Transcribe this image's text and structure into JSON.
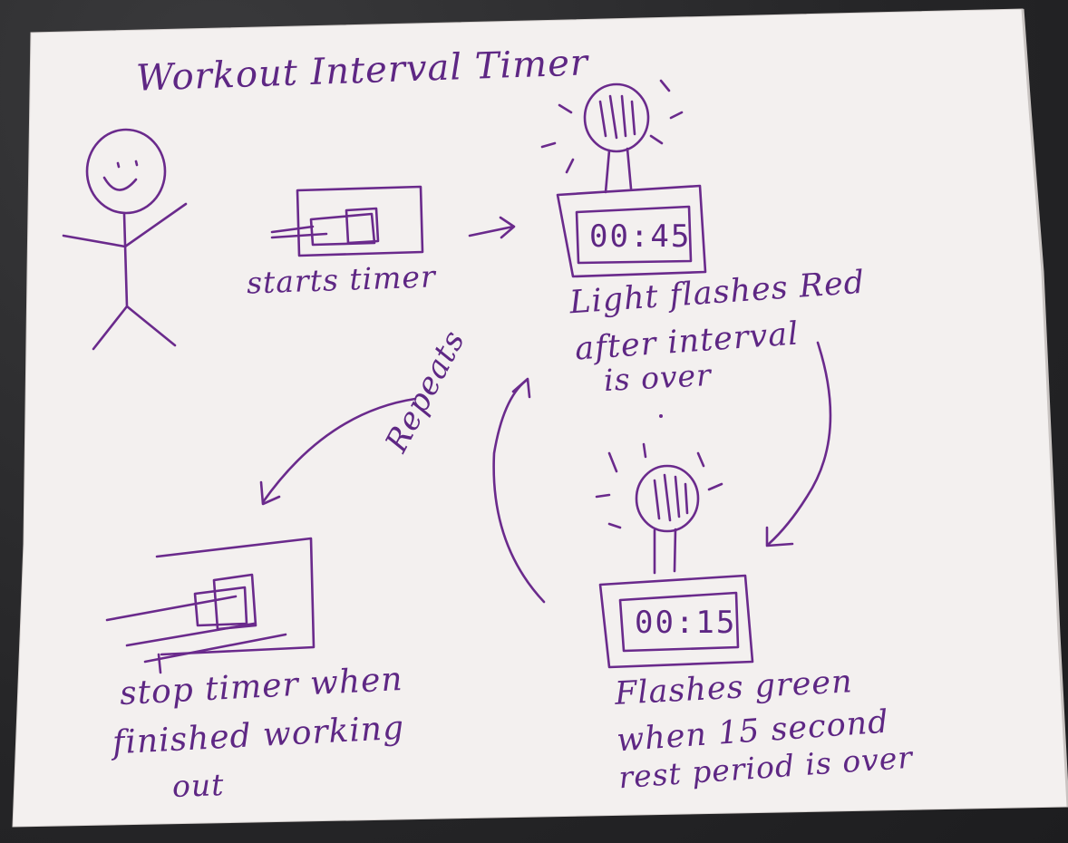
{
  "title": "Workout Interval Timer",
  "steps": {
    "start_label": "starts timer",
    "display_work": "00:45",
    "red_label_line1": "Light flashes Red",
    "red_label_line2": "after interval",
    "red_label_line3": "is over",
    "display_rest": "00:15",
    "green_label_line1": "Flashes green",
    "green_label_line2": "when 15 second",
    "green_label_line3": "rest period is over",
    "repeat_label": "Repeats",
    "stop_label_line1": "stop timer when",
    "stop_label_line2": "finished working",
    "stop_label_line3": "out"
  },
  "colors": {
    "ink": "#6a2a8c",
    "paper": "#f3f0ef",
    "background": "#2c2c2e"
  }
}
